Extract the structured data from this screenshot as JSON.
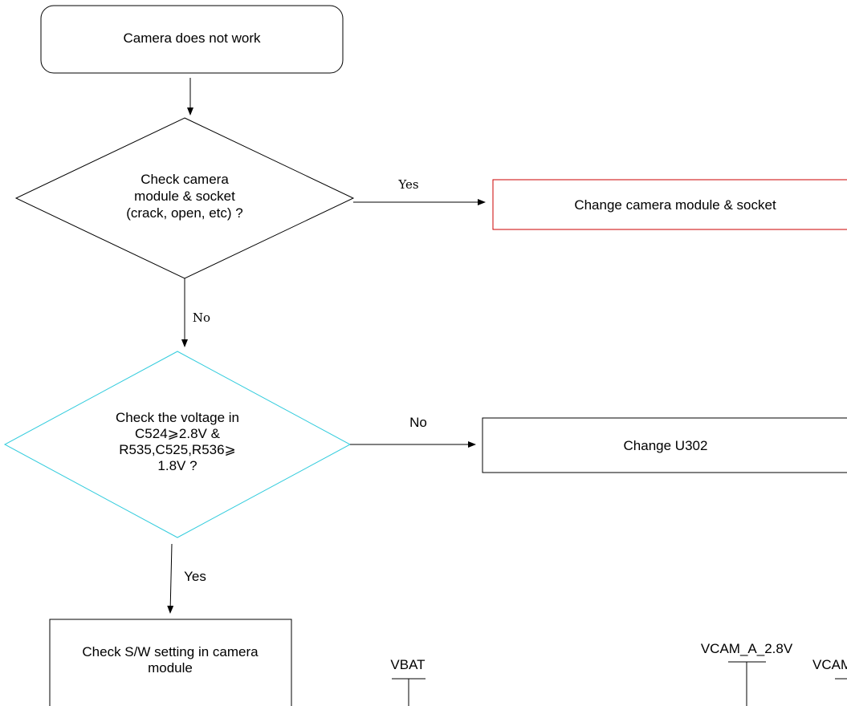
{
  "nodes": {
    "start": {
      "text": "Camera does not work"
    },
    "decision_module": {
      "lines": [
        "Check camera",
        "module & socket",
        "(crack, open, etc) ?"
      ],
      "border_color": "#000000"
    },
    "action_change_module": {
      "text": "Change camera module & socket",
      "border_color": "#cc0000"
    },
    "decision_voltage": {
      "lines": [
        "Check the voltage in",
        "C524⩾2.8V &",
        "R535,C525,R536⩾",
        "1.8V ?"
      ],
      "border_color": "#33ccdd"
    },
    "action_change_u302": {
      "text": "Change U302"
    },
    "action_check_sw": {
      "lines": [
        "Check S/W setting in camera",
        "module"
      ]
    }
  },
  "edges": {
    "module_yes": "Yes",
    "module_no": "No",
    "voltage_no": "No",
    "voltage_yes": "Yes"
  },
  "schematic": {
    "vbat": "VBAT",
    "vcam_a": "VCAM_A_2.8V",
    "vcam_partial": "VCAM"
  }
}
